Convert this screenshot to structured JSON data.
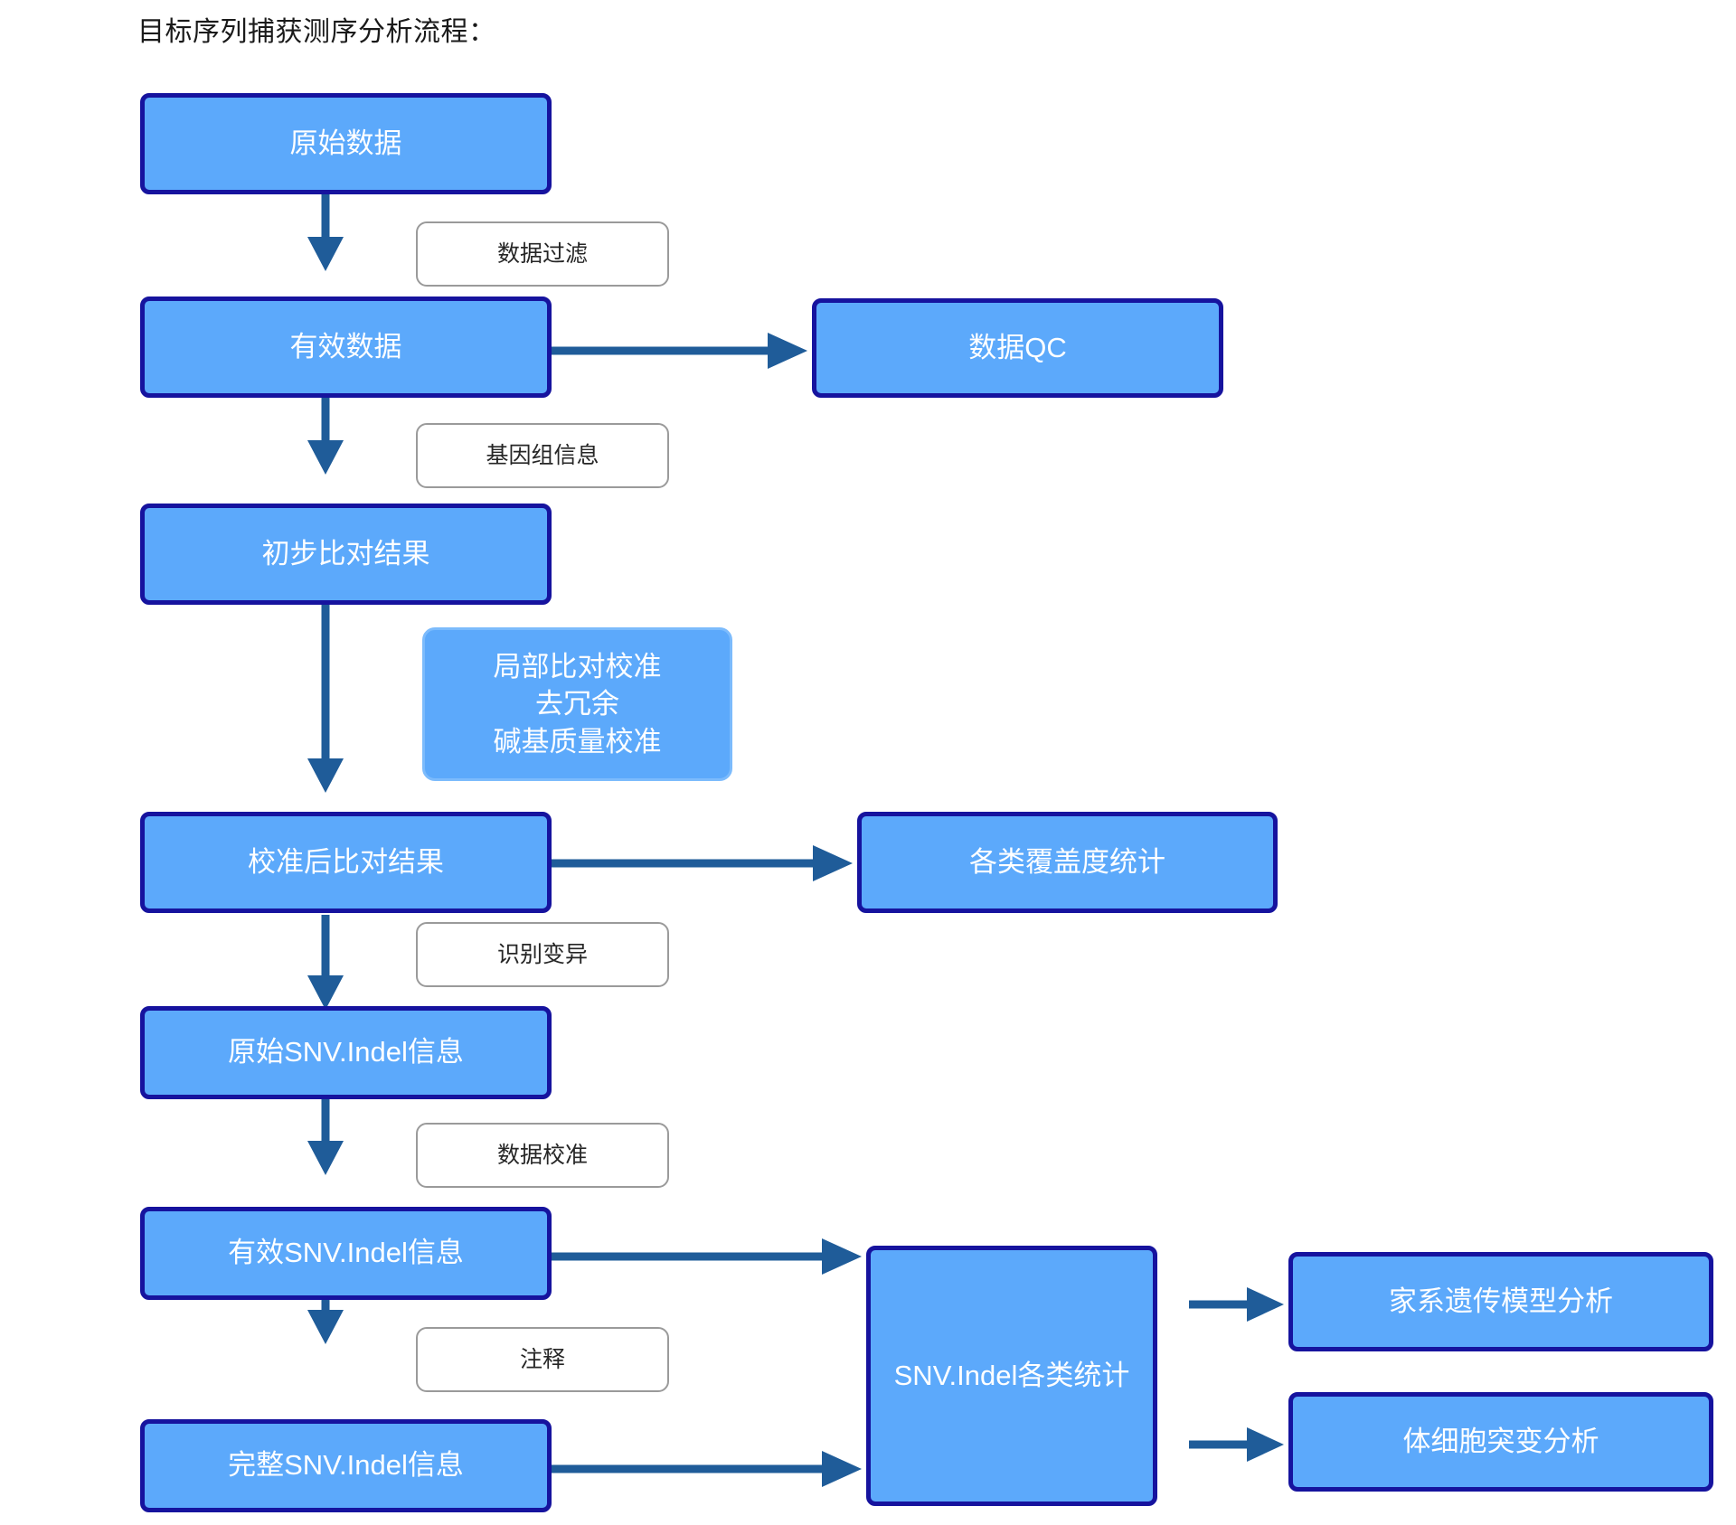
{
  "page": {
    "title": "目标序列捕获测序分析流程：",
    "background_color": "#ffffff"
  },
  "colors": {
    "node_fill": "#5CA9FB",
    "node_border": "#16139E",
    "node_text": "#ffffff",
    "soft_node_border": "#7CBBFC",
    "arrow": "#1F5C99",
    "label_border": "#9a9a9a",
    "label_text": "#262626"
  },
  "nodes": {
    "raw_data": {
      "label": "原始数据"
    },
    "clean_data": {
      "label": "有效数据"
    },
    "data_qc": {
      "label": "数据QC"
    },
    "initial_alignment": {
      "label": "初步比对结果"
    },
    "realign_block": {
      "label": "局部比对校准\n去冗余\n碱基质量校准"
    },
    "calibrated_alignment": {
      "label": "校准后比对结果"
    },
    "coverage_stats": {
      "label": "各类覆盖度统计"
    },
    "raw_snv_indel": {
      "label": "原始SNV.Indel信息"
    },
    "valid_snv_indel": {
      "label": "有效SNV.Indel信息"
    },
    "full_snv_indel": {
      "label": "完整SNV.Indel信息"
    },
    "snv_indel_stats": {
      "label": "SNV.Indel各类统计"
    },
    "pedigree_analysis": {
      "label": "家系遗传模型分析"
    },
    "somatic_analysis": {
      "label": "体细胞突变分析"
    }
  },
  "edge_labels": {
    "filter": "数据过滤",
    "genome_info": "基因组信息",
    "call_variants": "识别变异",
    "data_calibration": "数据校准",
    "annotation": "注释"
  },
  "edges": [
    {
      "from": "raw_data",
      "to": "clean_data",
      "label": "数据过滤",
      "direction": "down"
    },
    {
      "from": "clean_data",
      "to": "data_qc",
      "label": "",
      "direction": "right"
    },
    {
      "from": "clean_data",
      "to": "initial_alignment",
      "label": "基因组信息",
      "direction": "down"
    },
    {
      "from": "initial_alignment",
      "to": "calibrated_alignment",
      "label": "局部比对校准/去冗余/碱基质量校准",
      "direction": "down"
    },
    {
      "from": "calibrated_alignment",
      "to": "coverage_stats",
      "label": "",
      "direction": "right"
    },
    {
      "from": "calibrated_alignment",
      "to": "raw_snv_indel",
      "label": "识别变异",
      "direction": "down"
    },
    {
      "from": "raw_snv_indel",
      "to": "valid_snv_indel",
      "label": "数据校准",
      "direction": "down"
    },
    {
      "from": "valid_snv_indel",
      "to": "snv_indel_stats",
      "label": "",
      "direction": "right"
    },
    {
      "from": "valid_snv_indel",
      "to": "full_snv_indel",
      "label": "注释",
      "direction": "down"
    },
    {
      "from": "full_snv_indel",
      "to": "snv_indel_stats",
      "label": "",
      "direction": "right"
    },
    {
      "from": "snv_indel_stats",
      "to": "pedigree_analysis",
      "label": "",
      "direction": "right"
    },
    {
      "from": "snv_indel_stats",
      "to": "somatic_analysis",
      "label": "",
      "direction": "right"
    }
  ]
}
